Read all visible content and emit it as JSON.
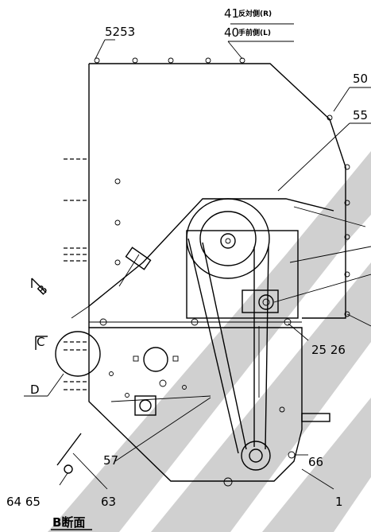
{
  "labels": {
    "p41": "41",
    "p41_note": "反対側(R)",
    "p40": "40",
    "p40_note": "手前側(L)",
    "p5253": "5253",
    "p50": "50",
    "p55": "55",
    "p2526": "25 26",
    "pD": "D",
    "pC": "C",
    "pB": "B",
    "p57": "57",
    "p6465": "64 65",
    "p63": "63",
    "p66": "66",
    "p1": "1",
    "section_title": "B断面"
  },
  "colors": {
    "line": "#000000",
    "watermark": "#c8c8c8",
    "background": "#ffffff"
  }
}
